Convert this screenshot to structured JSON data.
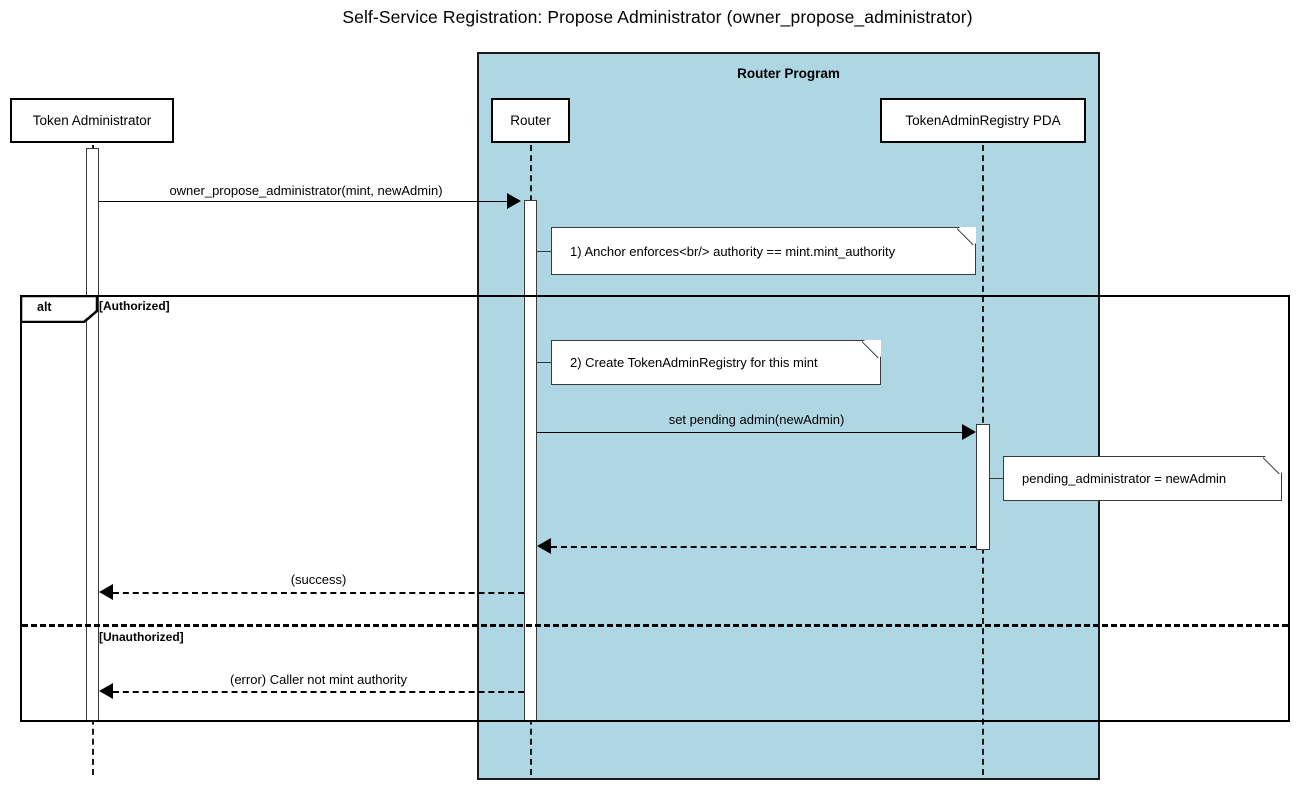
{
  "diagram": {
    "title": "Self-Service Registration: Propose Administrator (owner_propose_administrator)",
    "type": "uml-sequence-diagram",
    "colors": {
      "group_fill": "#aed6e3",
      "stroke": "#000000",
      "note_fill": "#ffffff",
      "background": "#ffffff"
    }
  },
  "group_box": {
    "label": "Router Program"
  },
  "participants": [
    {
      "id": "token-administrator",
      "label": "Token Administrator"
    },
    {
      "id": "router",
      "label": "Router"
    },
    {
      "id": "token-admin-registry-pda",
      "label": "TokenAdminRegistry PDA"
    }
  ],
  "messages": [
    {
      "id": "owner-propose-administrator",
      "label": "owner_propose_administrator(mint, newAdmin)",
      "from": "token-administrator",
      "to": "router",
      "style": "solid",
      "direction": "right"
    },
    {
      "id": "set-pending-admin",
      "label": "set pending admin(newAdmin)",
      "from": "router",
      "to": "token-admin-registry-pda",
      "style": "solid",
      "direction": "right"
    },
    {
      "id": "pda-return",
      "label": "",
      "from": "token-admin-registry-pda",
      "to": "router",
      "style": "dashed",
      "direction": "left"
    },
    {
      "id": "success-return",
      "label": "(success)",
      "from": "router",
      "to": "token-administrator",
      "style": "dashed",
      "direction": "left"
    },
    {
      "id": "error-return",
      "label": "(error) Caller not mint authority",
      "from": "router",
      "to": "token-administrator",
      "style": "dashed",
      "direction": "left"
    }
  ],
  "notes": [
    {
      "id": "note-anchor-enforces",
      "text": "1) Anchor enforces<br/> authority == mint.mint_authority"
    },
    {
      "id": "note-create-registry",
      "text": "2) Create TokenAdminRegistry for this mint"
    },
    {
      "id": "note-pending-administrator",
      "text": "pending_administrator = newAdmin"
    }
  ],
  "fragment": {
    "operator": "alt",
    "guards": [
      {
        "id": "guard-authorized",
        "text": "[Authorized]"
      },
      {
        "id": "guard-unauthorized",
        "text": "[Unauthorized]"
      }
    ]
  }
}
